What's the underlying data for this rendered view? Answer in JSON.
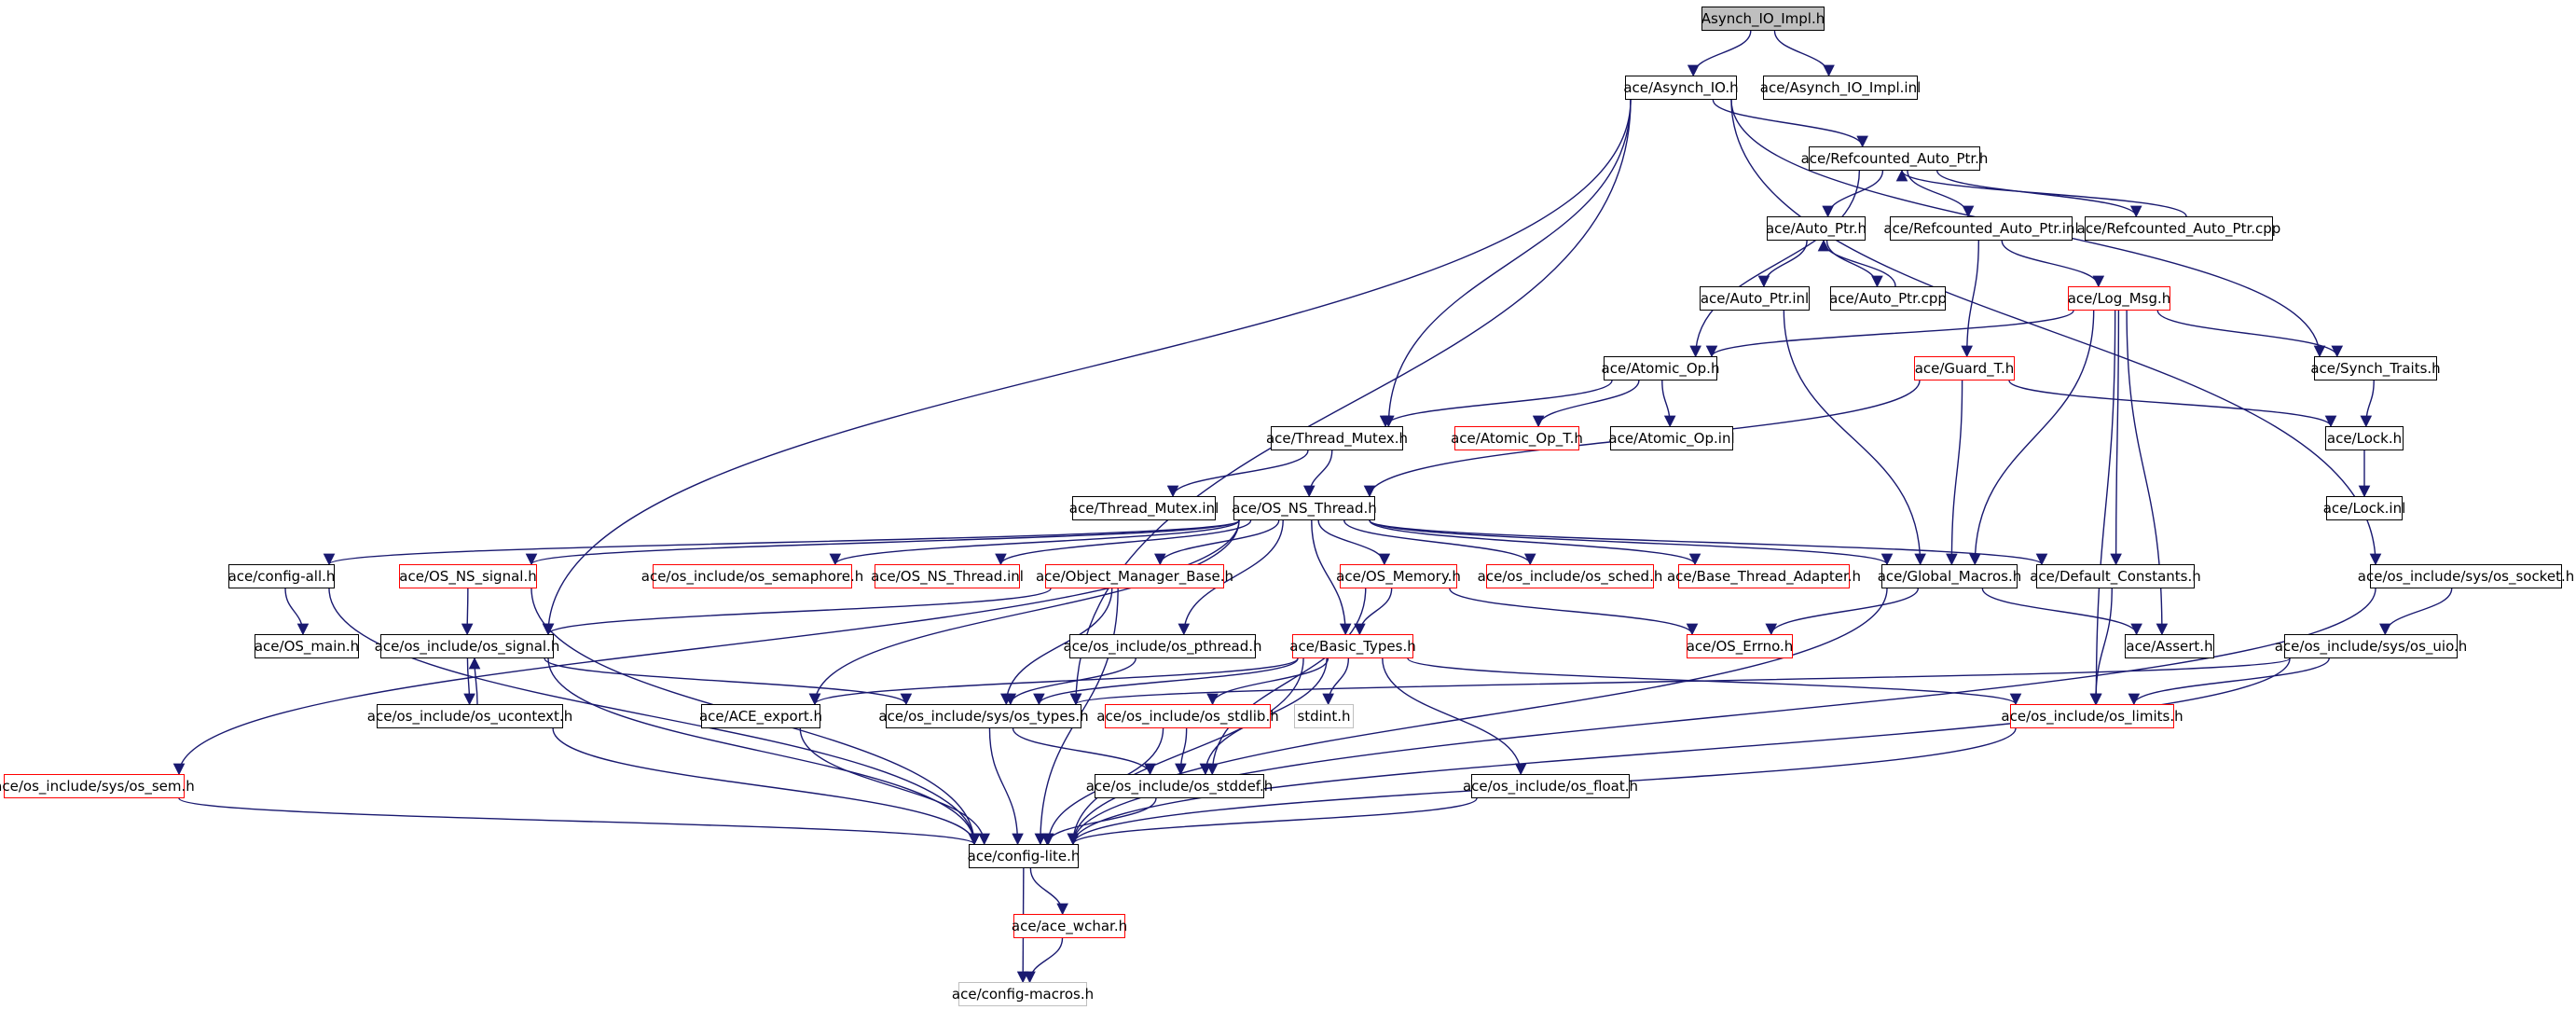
{
  "colors": {
    "edge": "#191970",
    "node_border": "#000000",
    "missing_border": "#ff0000",
    "unlinked_border": "#bfbfbf",
    "root_fill": "#bfbfbf"
  },
  "graph": {
    "nodes": {
      "root": {
        "label": "Asynch_IO_Impl.h"
      },
      "asynch_io": {
        "label": "ace/Asynch_IO.h"
      },
      "asynch_io_impl_inl": {
        "label": "ace/Asynch_IO_Impl.inl"
      },
      "refcounted_auto_ptr": {
        "label": "ace/Refcounted_Auto_Ptr.h"
      },
      "auto_ptr": {
        "label": "ace/Auto_Ptr.h"
      },
      "refcounted_auto_ptr_inl": {
        "label": "ace/Refcounted_Auto_Ptr.inl"
      },
      "refcounted_auto_ptr_cpp": {
        "label": "ace/Refcounted_Auto_Ptr.cpp"
      },
      "auto_ptr_inl": {
        "label": "ace/Auto_Ptr.inl"
      },
      "auto_ptr_cpp": {
        "label": "ace/Auto_Ptr.cpp"
      },
      "log_msg": {
        "label": "ace/Log_Msg.h"
      },
      "atomic_op": {
        "label": "ace/Atomic_Op.h"
      },
      "guard_t": {
        "label": "ace/Guard_T.h"
      },
      "synch_traits": {
        "label": "ace/Synch_Traits.h"
      },
      "thread_mutex": {
        "label": "ace/Thread_Mutex.h"
      },
      "atomic_op_t": {
        "label": "ace/Atomic_Op_T.h"
      },
      "atomic_op_inl": {
        "label": "ace/Atomic_Op.inl"
      },
      "lock": {
        "label": "ace/Lock.h"
      },
      "thread_mutex_inl": {
        "label": "ace/Thread_Mutex.inl"
      },
      "os_ns_thread": {
        "label": "ace/OS_NS_Thread.h"
      },
      "lock_inl": {
        "label": "ace/Lock.inl"
      },
      "config_all": {
        "label": "ace/config-all.h"
      },
      "os_ns_signal": {
        "label": "ace/OS_NS_signal.h"
      },
      "os_semaphore": {
        "label": "ace/os_include/os_semaphore.h"
      },
      "os_ns_thread_inl": {
        "label": "ace/OS_NS_Thread.inl"
      },
      "object_manager_base": {
        "label": "ace/Object_Manager_Base.h"
      },
      "os_memory": {
        "label": "ace/OS_Memory.h"
      },
      "os_sched": {
        "label": "ace/os_include/os_sched.h"
      },
      "base_thread_adapter": {
        "label": "ace/Base_Thread_Adapter.h"
      },
      "global_macros": {
        "label": "ace/Global_Macros.h"
      },
      "default_constants": {
        "label": "ace/Default_Constants.h"
      },
      "os_socket": {
        "label": "ace/os_include/sys/os_socket.h"
      },
      "os_main": {
        "label": "ace/OS_main.h"
      },
      "os_signal": {
        "label": "ace/os_include/os_signal.h"
      },
      "os_pthread": {
        "label": "ace/os_include/os_pthread.h"
      },
      "basic_types": {
        "label": "ace/Basic_Types.h"
      },
      "os_errno": {
        "label": "ace/OS_Errno.h"
      },
      "assert": {
        "label": "ace/Assert.h"
      },
      "os_uio": {
        "label": "ace/os_include/sys/os_uio.h"
      },
      "os_ucontext": {
        "label": "ace/os_include/os_ucontext.h"
      },
      "ace_export": {
        "label": "ace/ACE_export.h"
      },
      "os_types": {
        "label": "ace/os_include/sys/os_types.h"
      },
      "os_stdlib": {
        "label": "ace/os_include/os_stdlib.h"
      },
      "stdint": {
        "label": "stdint.h"
      },
      "os_limits": {
        "label": "ace/os_include/os_limits.h"
      },
      "os_sem": {
        "label": "ace/os_include/sys/os_sem.h"
      },
      "os_stddef": {
        "label": "ace/os_include/os_stddef.h"
      },
      "os_float": {
        "label": "ace/os_include/os_float.h"
      },
      "config_lite": {
        "label": "ace/config-lite.h"
      },
      "ace_wchar": {
        "label": "ace/ace_wchar.h"
      },
      "config_macros": {
        "label": "ace/config-macros.h"
      }
    }
  }
}
